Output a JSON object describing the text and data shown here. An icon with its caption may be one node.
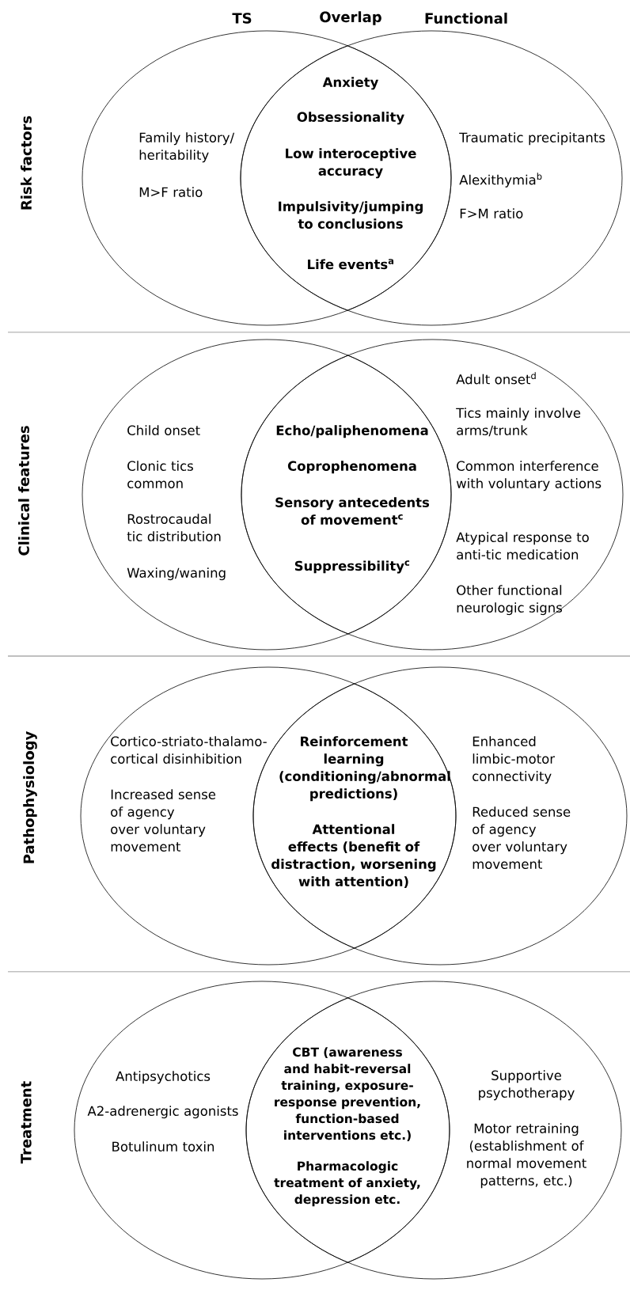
{
  "diagram": {
    "nodes": [
      {
        "text": [
          "Family history/ heritability",
          "M>F ratio"
        ]
      },
      {
        "text": [
          "Anxiety",
          "Obsessionality",
          "Low interoceptive accuracy",
          "Impulsivity/jumping to conclusions",
          "Life events$^{a}$"
        ]
      },
      {
        "text": [
          "Traumatic precipitants",
          "Alexithymia$^{b}$",
          "F>M ratio"
        ]
      },
      {
        "text": [
          "Child onset",
          "Clonic tics common",
          "Rostrocaudal tic distribution",
          "Waxing/waning"
        ]
      },
      {
        "text": [
          "Echo/paliphenomena",
          "Coprophenomena",
          "Sensory antecedents of movement$^{c}$",
          "Suppressibility$^{c}$"
        ]
      },
      {
        "text": [
          "Adult onset$^{d}$",
          "Tics mainly involve arms/trunk",
          "Common interference with voluntary actions",
          "Atypical response to anti-tic medication",
          "Other functional neurologic signs"
        ]
      },
      {
        "text": [
          "Cortico-striato-thalamo-cortical disinhibition",
          "Increased sense of agency over voluntary movement"
        ]
      },
      {
        "text": [
          "Reinforcement learning (conditioning/abnormal predictions)",
          "Attentional effects (benefit of distraction, worsening with attention)"
        ]
      },
      {
        "text": [
          "Enhanced limbic-motor connectivity",
          "Reduced sense of agency over voluntary movement"
        ]
      },
      {
        "text": [
          "Antipsychotics",
          "A2-adrenergic agonists",
          "Botulinum toxin"
        ]
      },
      {
        "text": [
          "CBT (awareness and habit-reversal training, exposure-response prevention, function-based interventions etc.)",
          "Pharmacologic treatment of anxiety, depression etc."
        ]
      },
      {
        "text": [
          "Supportive psychotherapy",
          "Motor retraining (establishment of normal movement patterns, etc.)"
        ]
      }
    ],
    "labels": [
      "TS",
      "Overlap",
      "Functional",
      "Risk factors",
      "Clinical features",
      "Pathophysiology",
      "Treatment"
    ]
  }
}
